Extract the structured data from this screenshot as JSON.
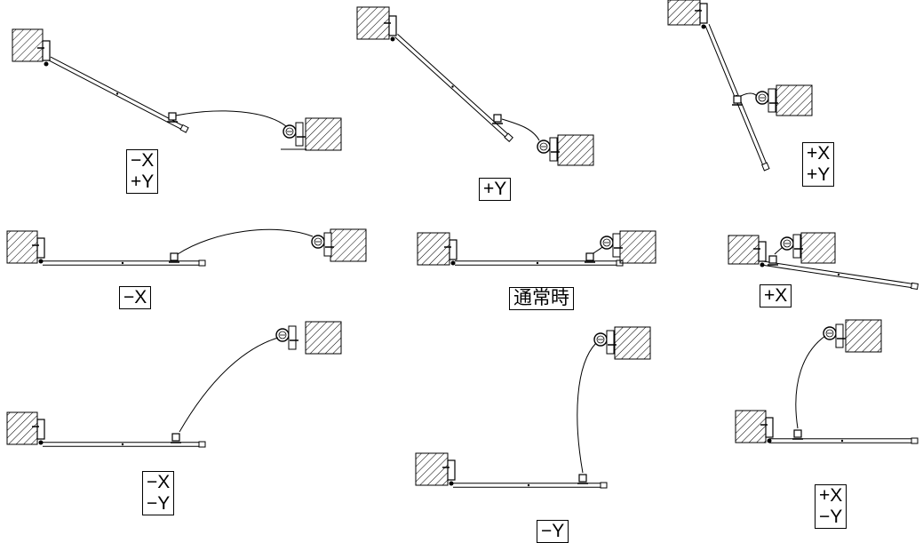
{
  "labels": {
    "neg_x_pos_y": "−X\n+Y",
    "pos_y": "+Y",
    "pos_x_pos_y": "+X\n+Y",
    "neg_x": "−X",
    "normal": "通常時",
    "pos_x": "+X",
    "neg_x_neg_y": "−X\n−Y",
    "neg_y": "−Y",
    "pos_x_neg_y": "+X\n−Y"
  },
  "colors": {
    "line": "#000000",
    "background": "#ffffff"
  }
}
